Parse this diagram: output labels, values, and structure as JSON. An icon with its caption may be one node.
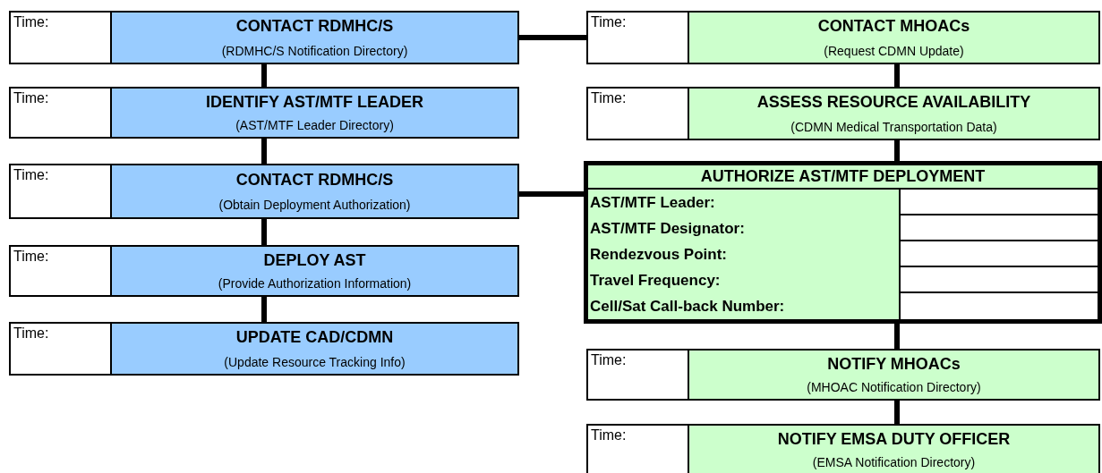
{
  "diagram": {
    "nodes": [
      {
        "text": [
          "Time:",
          "CONTACT RDMHC/S",
          "(RDMHC/S Notification Directory)"
        ]
      },
      {
        "text": [
          "Time:",
          "IDENTIFY AST/MTF LEADER",
          "(AST/MTF Leader Directory)"
        ]
      },
      {
        "text": [
          "Time:",
          "CONTACT RDMHC/S",
          "(Obtain Deployment Authorization)"
        ]
      },
      {
        "text": [
          "Time:",
          "DEPLOY AST",
          "(Provide Authorization Information)"
        ]
      },
      {
        "text": [
          "Time:",
          "UPDATE CAD/CDMN",
          "(Update Resource Tracking Info)"
        ]
      },
      {
        "text": [
          "Time:",
          "CONTACT MHOACs",
          "(Request CDMN Update)"
        ]
      },
      {
        "text": [
          "Time:",
          "ASSESS RESOURCE AVAILABILITY",
          "(CDMN Medical Transportation Data)"
        ]
      },
      {
        "text": [
          "AUTHORIZE AST/MTF DEPLOYMENT",
          "AST/MTF Leader:",
          "AST/MTF Designator:",
          "Rendezvous Point:",
          "Travel Frequency:",
          "Cell/Sat Call-back Number:"
        ]
      },
      {
        "text": [
          "Time:",
          "NOTIFY MHOACs",
          "(MHOAC Notification Directory)"
        ]
      },
      {
        "text": [
          "Time:",
          "NOTIFY EMSA DUTY OFFICER",
          "(EMSA Notification Directory)"
        ]
      }
    ],
    "edges": [
      {
        "from": 0,
        "to": 1,
        "arrow": "none"
      },
      {
        "from": 1,
        "to": 2,
        "arrow": "none"
      },
      {
        "from": 2,
        "to": 3,
        "arrow": "none"
      },
      {
        "from": 3,
        "to": 4,
        "arrow": "none"
      },
      {
        "from": 0,
        "to": 5,
        "arrow": "none"
      },
      {
        "from": 2,
        "to": 7,
        "arrow": "none"
      },
      {
        "from": 5,
        "to": 6,
        "arrow": "none"
      },
      {
        "from": 6,
        "to": 7,
        "arrow": "none"
      },
      {
        "from": 7,
        "to": 8,
        "arrow": "none"
      },
      {
        "from": 8,
        "to": 9,
        "arrow": "none"
      }
    ]
  }
}
